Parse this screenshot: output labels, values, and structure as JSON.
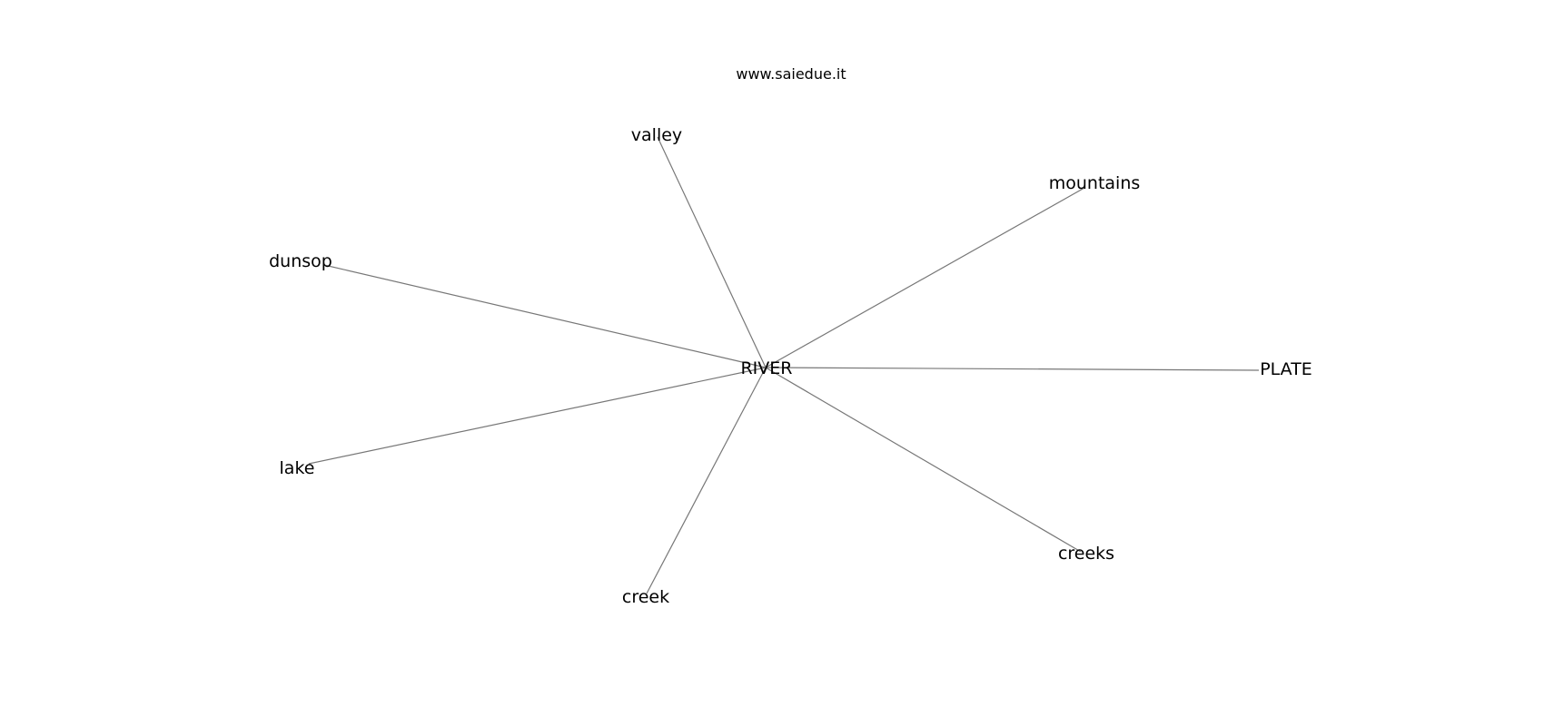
{
  "header": {
    "site": "www.saiedue.it"
  },
  "graph": {
    "center": {
      "id": "river",
      "label": "RIVER"
    },
    "nodes": [
      {
        "id": "valley",
        "label": "valley"
      },
      {
        "id": "mountains",
        "label": "mountains"
      },
      {
        "id": "dunsop",
        "label": "dunsop"
      },
      {
        "id": "plate",
        "label": "PLATE"
      },
      {
        "id": "lake",
        "label": "lake"
      },
      {
        "id": "creeks",
        "label": "creeks"
      },
      {
        "id": "creek",
        "label": "creek"
      }
    ],
    "edges": [
      [
        "river",
        "valley"
      ],
      [
        "river",
        "mountains"
      ],
      [
        "river",
        "dunsop"
      ],
      [
        "river",
        "plate"
      ],
      [
        "river",
        "lake"
      ],
      [
        "river",
        "creeks"
      ],
      [
        "river",
        "creek"
      ]
    ],
    "colors": {
      "edge": "#777777",
      "text": "#000000",
      "background": "#ffffff"
    }
  }
}
